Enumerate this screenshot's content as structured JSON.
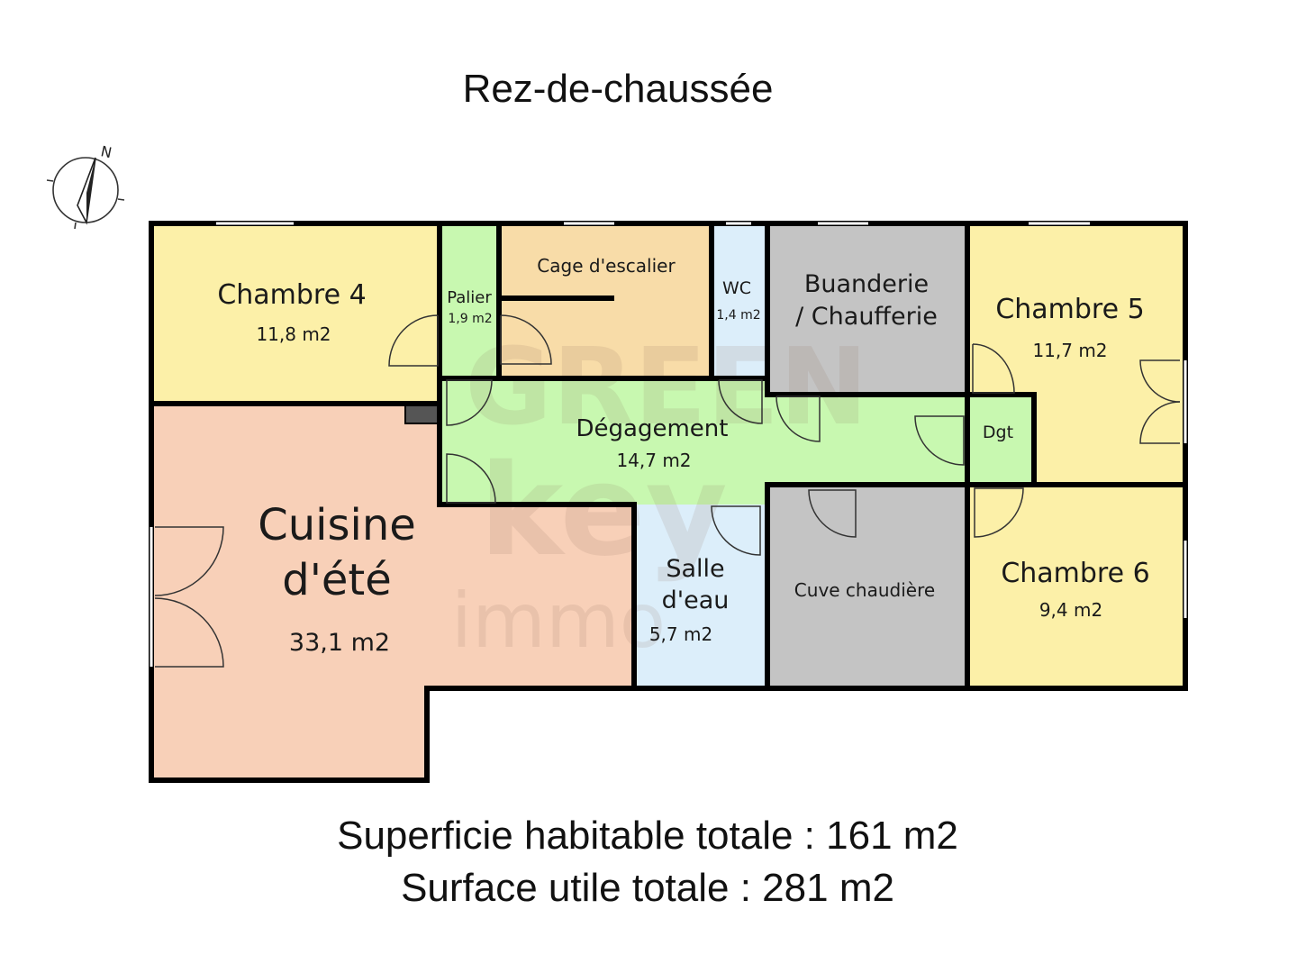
{
  "title": "Rez-de-chaussée",
  "compass": {
    "north_label": "N"
  },
  "watermark": {
    "line1": "GREEN",
    "line2": "key",
    "line3": "immo"
  },
  "colors": {
    "bedroom": "#fcf0a8",
    "circulation": "#c8f8b0",
    "kitchen": "#f8d0b8",
    "stair": "#f8dca8",
    "water": "#dceefa",
    "technical": "#c4c4c4",
    "wall": "#000000",
    "window": "#ffffff"
  },
  "rooms": {
    "chambre4": {
      "name": "Chambre 4",
      "area": "11,8 m2"
    },
    "palier": {
      "name": "Palier",
      "area": "1,9 m2"
    },
    "cage": {
      "name": "Cage d'escalier"
    },
    "wc": {
      "name": "WC",
      "area": "1,4 m2"
    },
    "buanderie": {
      "line1": "Buanderie",
      "line2": "/ Chaufferie"
    },
    "chambre5": {
      "name": "Chambre 5",
      "area": "11,7 m2"
    },
    "degagement": {
      "name": "Dégagement",
      "area": "14,7 m2"
    },
    "dgt": {
      "name": "Dgt"
    },
    "cuisine": {
      "line1": "Cuisine",
      "line2": "d'été",
      "area": "33,1 m2"
    },
    "salle": {
      "line1": "Salle",
      "line2": "d'eau",
      "area": "5,7 m2"
    },
    "cuve": {
      "name": "Cuve chaudière"
    },
    "chambre6": {
      "name": "Chambre 6",
      "area": "9,4 m2"
    }
  },
  "totals": {
    "habitable": "Superficie habitable totale : 161 m2",
    "utile": "Surface utile totale : 281 m2"
  }
}
